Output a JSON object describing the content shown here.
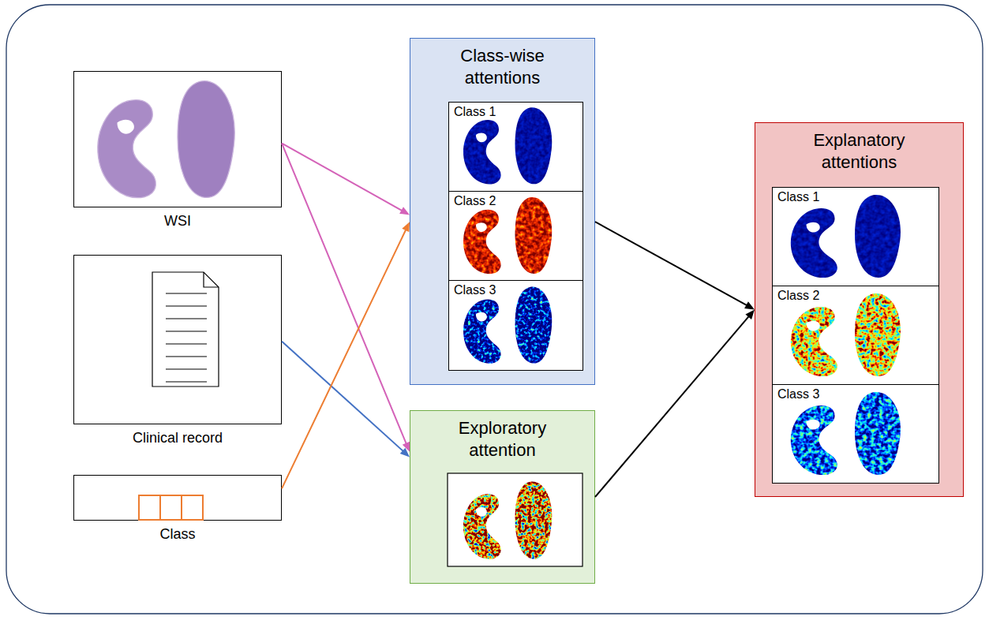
{
  "diagram": {
    "nodes": [
      {
        "text": [
          "WSI"
        ]
      },
      {
        "text": [
          "Clinical record"
        ]
      },
      {
        "text": [
          "Class"
        ]
      },
      {
        "text": [
          "Class-wise attentions"
        ]
      },
      {
        "text": [
          "Class 1"
        ],
        "in": 3
      },
      {
        "text": [
          "Class 2"
        ],
        "in": 3
      },
      {
        "text": [
          "Class 3"
        ],
        "in": 3
      },
      {
        "text": [
          "Exploratory attention"
        ]
      },
      {
        "text": [
          "Explanatory attentions"
        ]
      },
      {
        "text": [
          "Class 1"
        ],
        "in": 8
      },
      {
        "text": [
          "Class 2"
        ],
        "in": 8
      },
      {
        "text": [
          "Class 3"
        ],
        "in": 8
      }
    ],
    "edges": [
      {
        "from": 0,
        "to": 3,
        "arrow": "to"
      },
      {
        "from": 0,
        "to": 7,
        "arrow": "to"
      },
      {
        "from": 1,
        "to": 7,
        "arrow": "to"
      },
      {
        "from": 2,
        "to": 3,
        "arrow": "to"
      },
      {
        "from": 3,
        "to": 8,
        "arrow": "to"
      },
      {
        "from": 7,
        "to": 8,
        "arrow": "to"
      }
    ]
  }
}
